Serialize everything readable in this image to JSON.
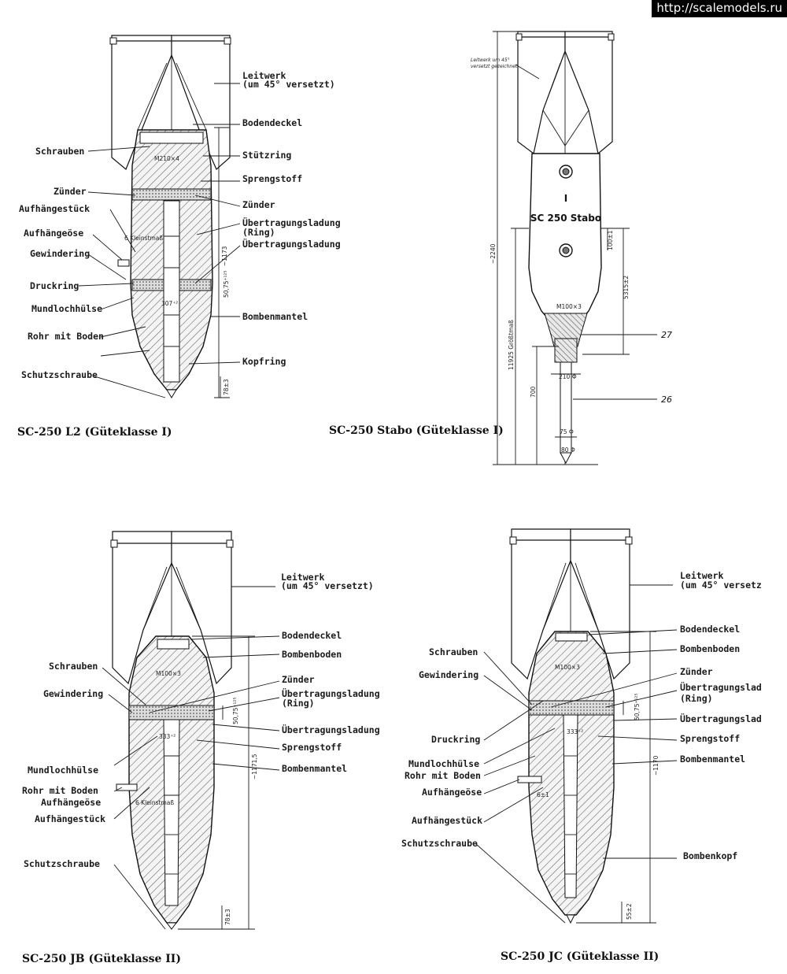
{
  "watermark": "http://scalemodels.ru",
  "diagrams": {
    "l2": {
      "caption": "SC-250 L2 (Güteklasse I)",
      "labels": {
        "leitwerk": "Leitwerk",
        "leitwerk_sub": "(um 45° versetzt)",
        "bodendeckel": "Bodendeckel",
        "schrauben": "Schrauben",
        "stuetzring": "Stützring",
        "sprengstoff": "Sprengstoff",
        "zuender_l": "Zünder",
        "aufhaengestueck": "Aufhängestück",
        "zuender_r": "Zünder",
        "uebertragung_ring": "Übertragungsladung",
        "ring": "(Ring)",
        "uebertragung": "Übertragungsladung",
        "aufhaengeoese": "Aufhängeöse",
        "gewindering": "Gewindering",
        "druckring": "Druckring",
        "bombenmantel": "Bombenmantel",
        "mundlochhuelse": "Mundlochhülse",
        "rohr": "Rohr mit Boden",
        "kopfring": "Kopfring",
        "schutzschraube": "Schutzschraube"
      },
      "dims": {
        "m210": "M210×4",
        "kleinstmass": "6 Kleinstmaß",
        "d307": "307⁺²",
        "d5075": "50,75⁺¹²⁵",
        "d1173": "~1173",
        "d78": "78±3"
      }
    },
    "stabo": {
      "caption": "SC-250 Stabo (Güteklasse I)",
      "note_line1": "Leitwerk um 45°",
      "note_line2": "versetzt gezeichnet",
      "stencil_mark": "I",
      "stencil_text": "SC 250 Stabo",
      "ref_27": "27",
      "ref_26": "26",
      "dims": {
        "d2240": "~2240",
        "d11925": "11925 Größtmaß",
        "d700": "700",
        "d5315": "5315±2",
        "d100": "100±1",
        "m100": "M100×3",
        "d210": "210 Φ",
        "d75": "75 Φ",
        "d80": "80 Φ"
      }
    },
    "jb": {
      "caption": "SC-250 JB (Güteklasse II)",
      "labels": {
        "leitwerk": "Leitwerk",
        "leitwerk_sub": "(um 45° versetzt)",
        "bodendeckel": "Bodendeckel",
        "bombenboden": "Bombenboden",
        "schrauben": "Schrauben",
        "zuender": "Zünder",
        "gewindering": "Gewindering",
        "uebertragung_ring": "Übertragungsladung",
        "ring": "(Ring)",
        "uebertragung": "Übertragungsladung",
        "sprengstoff": "Sprengstoff",
        "mundlochhuelse": "Mundlochhülse",
        "bombenmantel": "Bombenmantel",
        "rohr": "Rohr mit Boden",
        "aufhaengeoese": "Aufhängeöse",
        "aufhaengestueck": "Aufhängestück",
        "schutzschraube": "Schutzschraube"
      },
      "dims": {
        "m100": "M100×3",
        "d333": "333⁺²",
        "d5075": "50,75⁺¹²⁵",
        "d11715": "~1171,5",
        "kleinstmass": "6 Kleinstmaß",
        "d78": "78±3"
      }
    },
    "jc": {
      "caption": "SC-250 JC (Güteklasse II)",
      "labels": {
        "leitwerk": "Leitwerk",
        "leitwerk_sub": "(um 45° versetz",
        "bodendeckel": "Bodendeckel",
        "bombenboden": "Bombenboden",
        "schrauben": "Schrauben",
        "zuender": "Zünder",
        "gewindering": "Gewindering",
        "uebertragung_ring": "Übertragungslad",
        "ring": "(Ring)",
        "uebertragung": "Übertragungslad",
        "druckring": "Druckring",
        "sprengstoff": "Sprengstoff",
        "mundlochhuelse": "Mundlochhülse",
        "bombenmantel": "Bombenmantel",
        "rohr": "Rohr mit Boden",
        "aufhaengeoese": "Aufhängeöse",
        "aufhaengestueck": "Aufhängestück",
        "schutzschraube": "Schutzschraube",
        "bombenkopf": "Bombenkopf"
      },
      "dims": {
        "m100": "M100×3",
        "d333": "333⁺²",
        "d5075": "50,75⁺¹²⁵",
        "d1170": "~1170",
        "d6": "6±1",
        "d55": "55±2"
      }
    }
  }
}
